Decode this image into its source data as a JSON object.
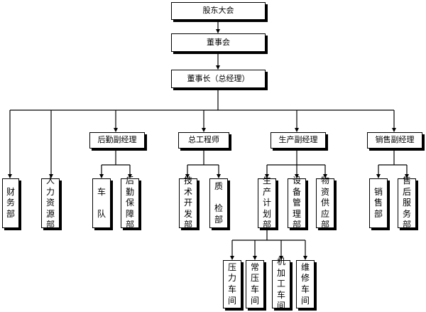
{
  "nodes": {
    "shareholders_meeting": "股东大会",
    "board_of_directors": "董事会",
    "chairman_gm": "董事长（总经理）",
    "logistics_vp": "后勤副经理",
    "chief_engineer": "总工程师",
    "production_vp": "生产副经理",
    "sales_vp": "销售副经理",
    "finance_dept": "财\n务\n部",
    "hr_dept": "人\n力\n资\n源\n部",
    "fleet": "车\n\n队",
    "logistics_support_dept": "后\n勤\n保\n障\n部",
    "tech_dev_dept": "技\n术\n开\n发\n部",
    "quality_dept": "质\n\n检\n部",
    "production_planning_dept": "生\n产\n计\n划\n部",
    "equipment_mgmt_dept": "设\n备\n管\n理\n部",
    "materials_supply_dept": "物\n资\n供\n应\n部",
    "sales_dept": "销\n售\n部",
    "after_sales_dept": "售\n后\n服\n务\n部",
    "press_workshop": "压\n力\n车\n间",
    "normal_pressure_workshop": "常\n压\n车\n间",
    "machining_workshop": "机\n加\n工\n车\n间",
    "maintenance_workshop": "维\n修\n车\n间"
  },
  "colors": {
    "line": "#000000",
    "box_border": "#000000",
    "box_fill": "#ffffff",
    "text": "#000000"
  }
}
